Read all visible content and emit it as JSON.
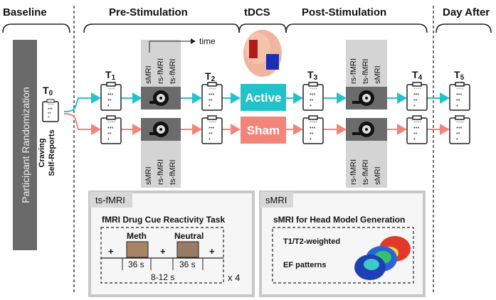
{
  "phases": {
    "baseline": "Baseline",
    "pre": "Pre-Stimulation",
    "tdcs": "tDCS",
    "post": "Post-Stimulation",
    "dayafter": "Day After"
  },
  "randomization": "Participant Randomization",
  "timepoints": {
    "t0": "T",
    "t1": "T",
    "t2": "T",
    "t3": "T",
    "t4": "T",
    "t5": "T",
    "s0": "0",
    "s1": "1",
    "s2": "2",
    "s3": "3",
    "s4": "4",
    "s5": "5"
  },
  "craving": {
    "line1": "Craving",
    "line2": "Self-Reports"
  },
  "time_label": "time",
  "scans": {
    "smri": "sMRI",
    "rs": "rs-fMRI",
    "ts": "ts-fMRI"
  },
  "conditions": {
    "active": "Active",
    "sham": "Sham"
  },
  "checklist": {
    "row1": "****",
    "row2": "***",
    "row3": "**",
    "row4": "*"
  },
  "tsfmri_panel": {
    "tab": "ts-fMRI",
    "title": "fMRI Drug Cue Reactivity Task",
    "meth": "Meth",
    "neutral": "Neutral",
    "plus": "+",
    "dur1": "36 s",
    "dur2": "36 s",
    "interval": "8-12 s",
    "repeat": "x 4"
  },
  "smri_panel": {
    "tab": "sMRI",
    "title": "sMRI for Head Model Generation",
    "line1": "T1/T2-weighted",
    "line2": "EF patterns"
  },
  "colors": {
    "active": "#22c3c8",
    "sham": "#f2847a",
    "gray_panel": "#d4d4d4",
    "dark": "#6b6b6b"
  }
}
